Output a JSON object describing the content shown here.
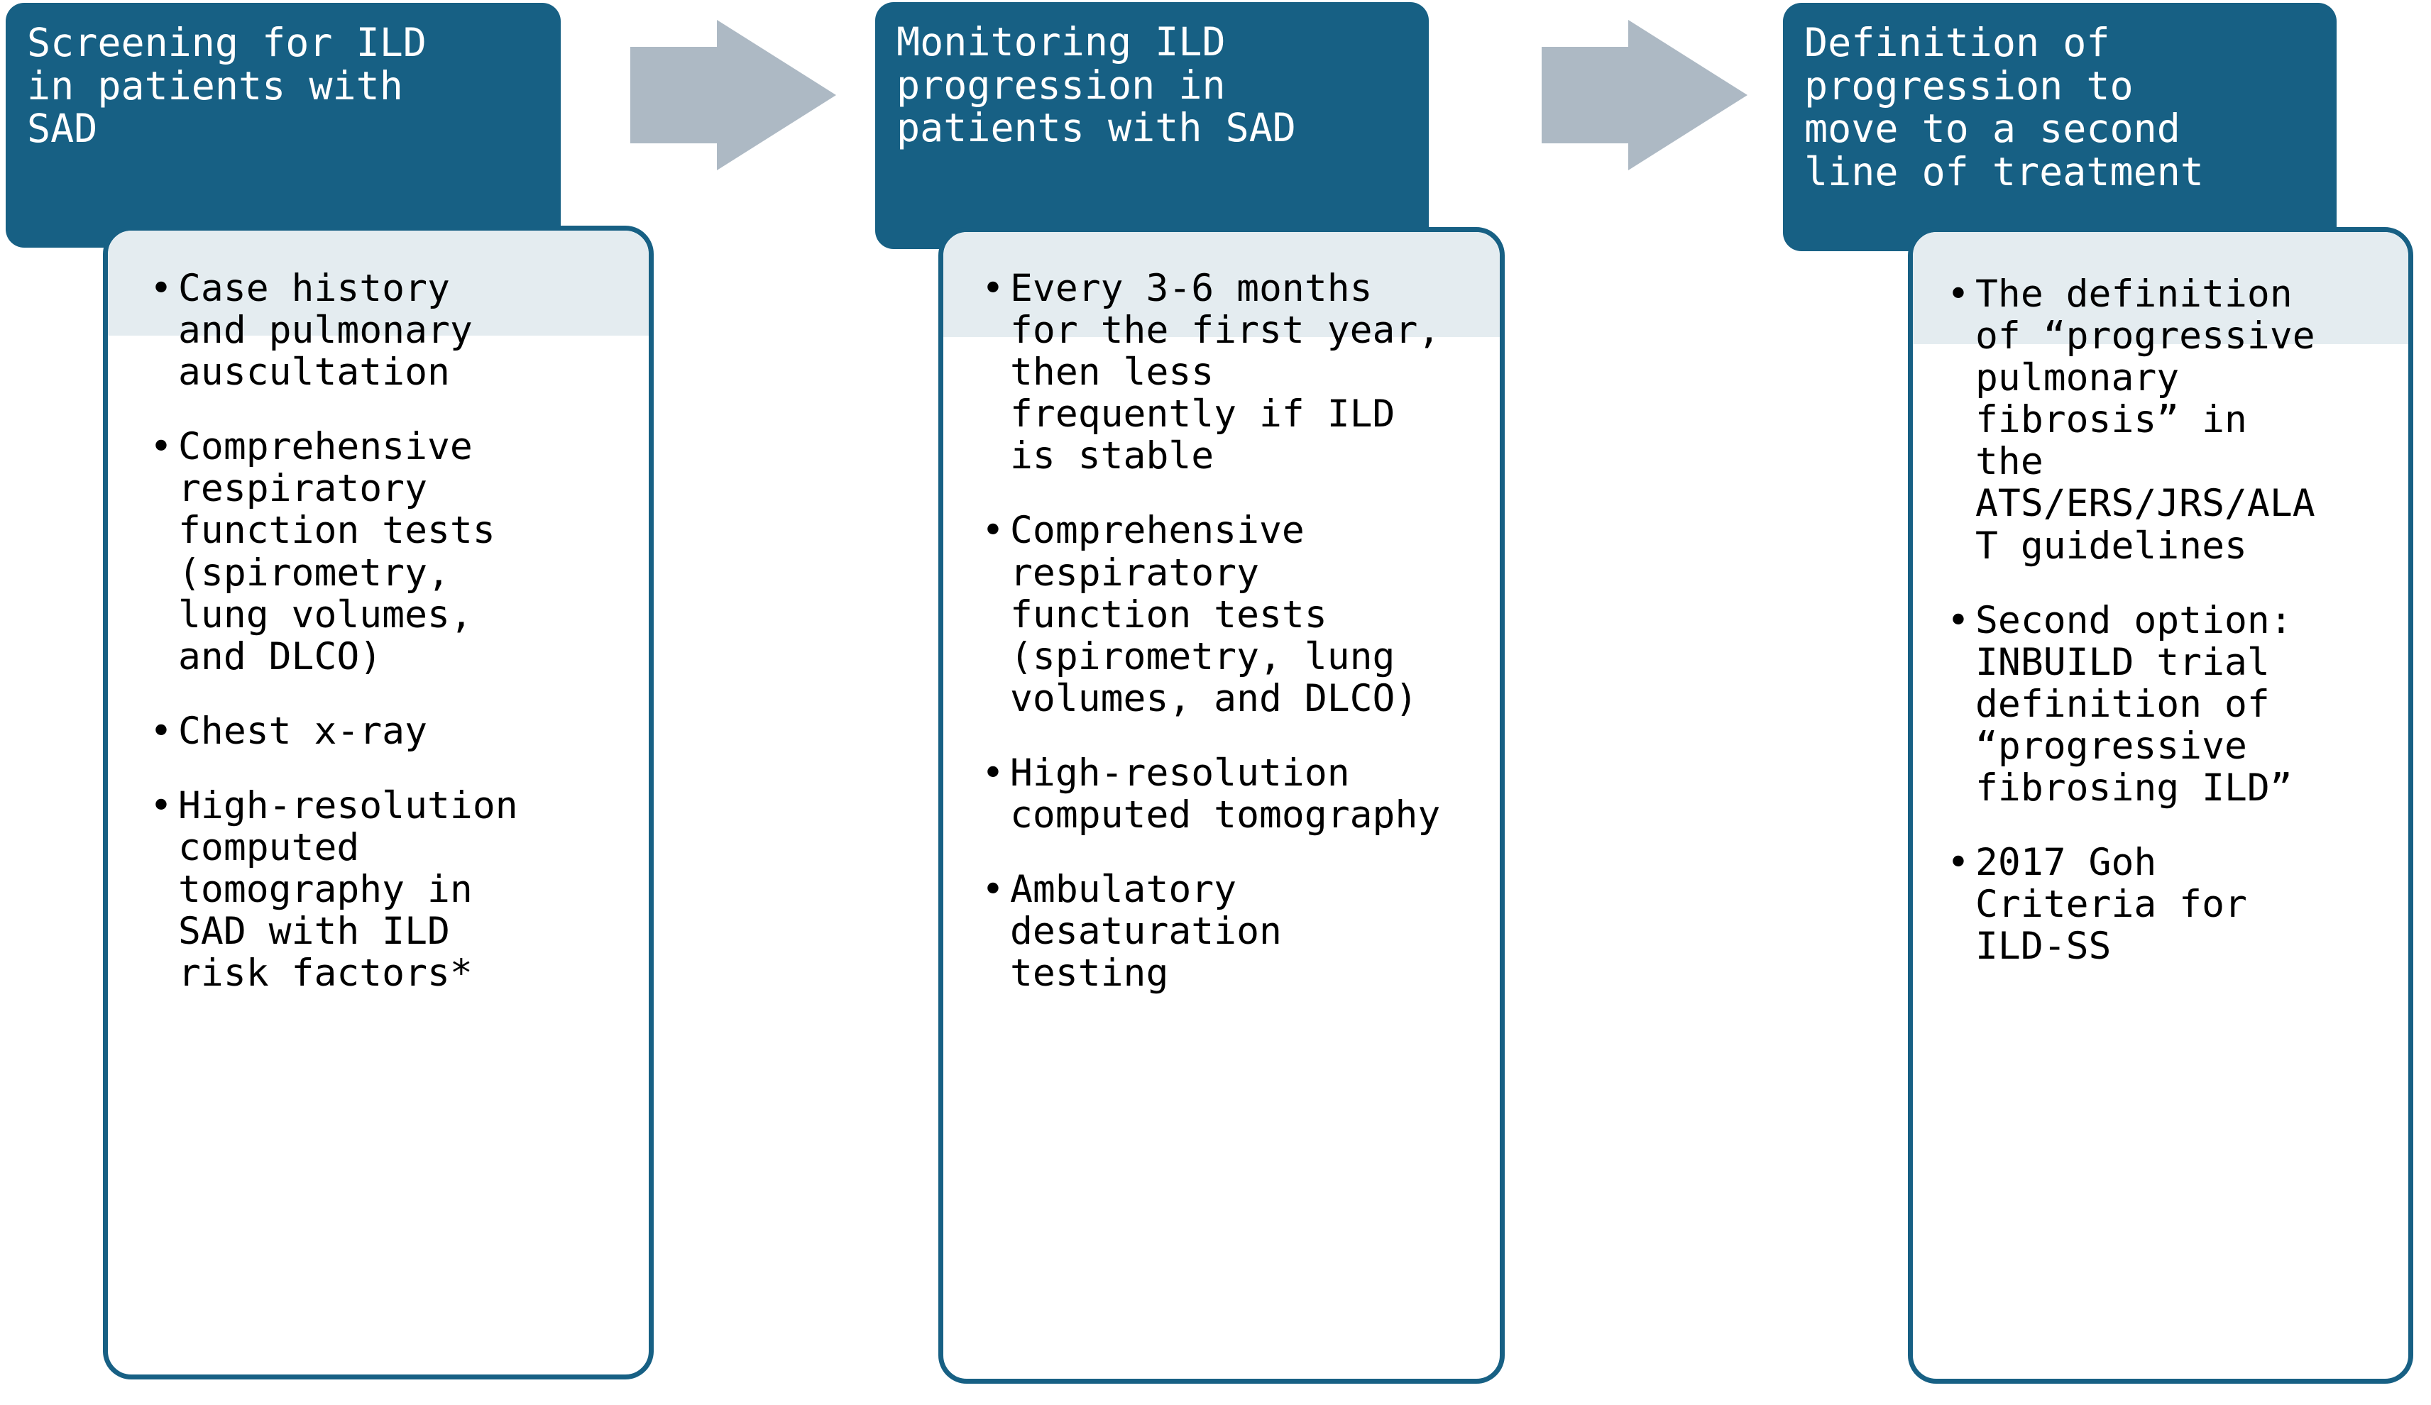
{
  "colors": {
    "header_fill": "#176084",
    "card_border": "#176084",
    "card_tint": "#e4ecf0",
    "arrow_fill": "#adb9c4",
    "header_text": "#ffffff",
    "body_text": "#000000",
    "page_background": "#ffffff"
  },
  "flow": {
    "steps": [
      {
        "id": "screening",
        "header": "Screening for ILD\nin patients with\nSAD",
        "bullets": [
          "Case history\nand pulmonary\nauscultation",
          "Comprehensive\nrespiratory\nfunction tests\n(spirometry,\nlung volumes,\nand DLCO)",
          "Chest x-ray",
          "High-resolution\ncomputed\ntomography in\nSAD with ILD\nrisk factors*"
        ]
      },
      {
        "id": "monitoring",
        "header": "Monitoring ILD\nprogression in\npatients with SAD",
        "bullets": [
          "Every 3-6 months\nfor the first year,\nthen less\nfrequently if ILD\nis stable",
          "Comprehensive\nrespiratory\nfunction tests\n(spirometry, lung\nvolumes, and DLCO)",
          "High-resolution\ncomputed tomography",
          "Ambulatory\ndesaturation\ntesting"
        ]
      },
      {
        "id": "definition",
        "header": "Definition of\nprogression to\nmove to a second\nline of treatment",
        "bullets": [
          "The definition\nof “progressive\npulmonary\nfibrosis” in\nthe\nATS/ERS/JRS/ALA\nT guidelines",
          "Second option:\nINBUILD trial\ndefinition of\n“progressive\nfibrosing ILD”",
          "2017 Goh\nCriteria for\nILD-SS"
        ]
      }
    ],
    "bullet_glyph": "•",
    "connectors": [
      {
        "id": "arrow-1-2",
        "direction": "right"
      },
      {
        "id": "arrow-2-3",
        "direction": "right"
      }
    ]
  }
}
